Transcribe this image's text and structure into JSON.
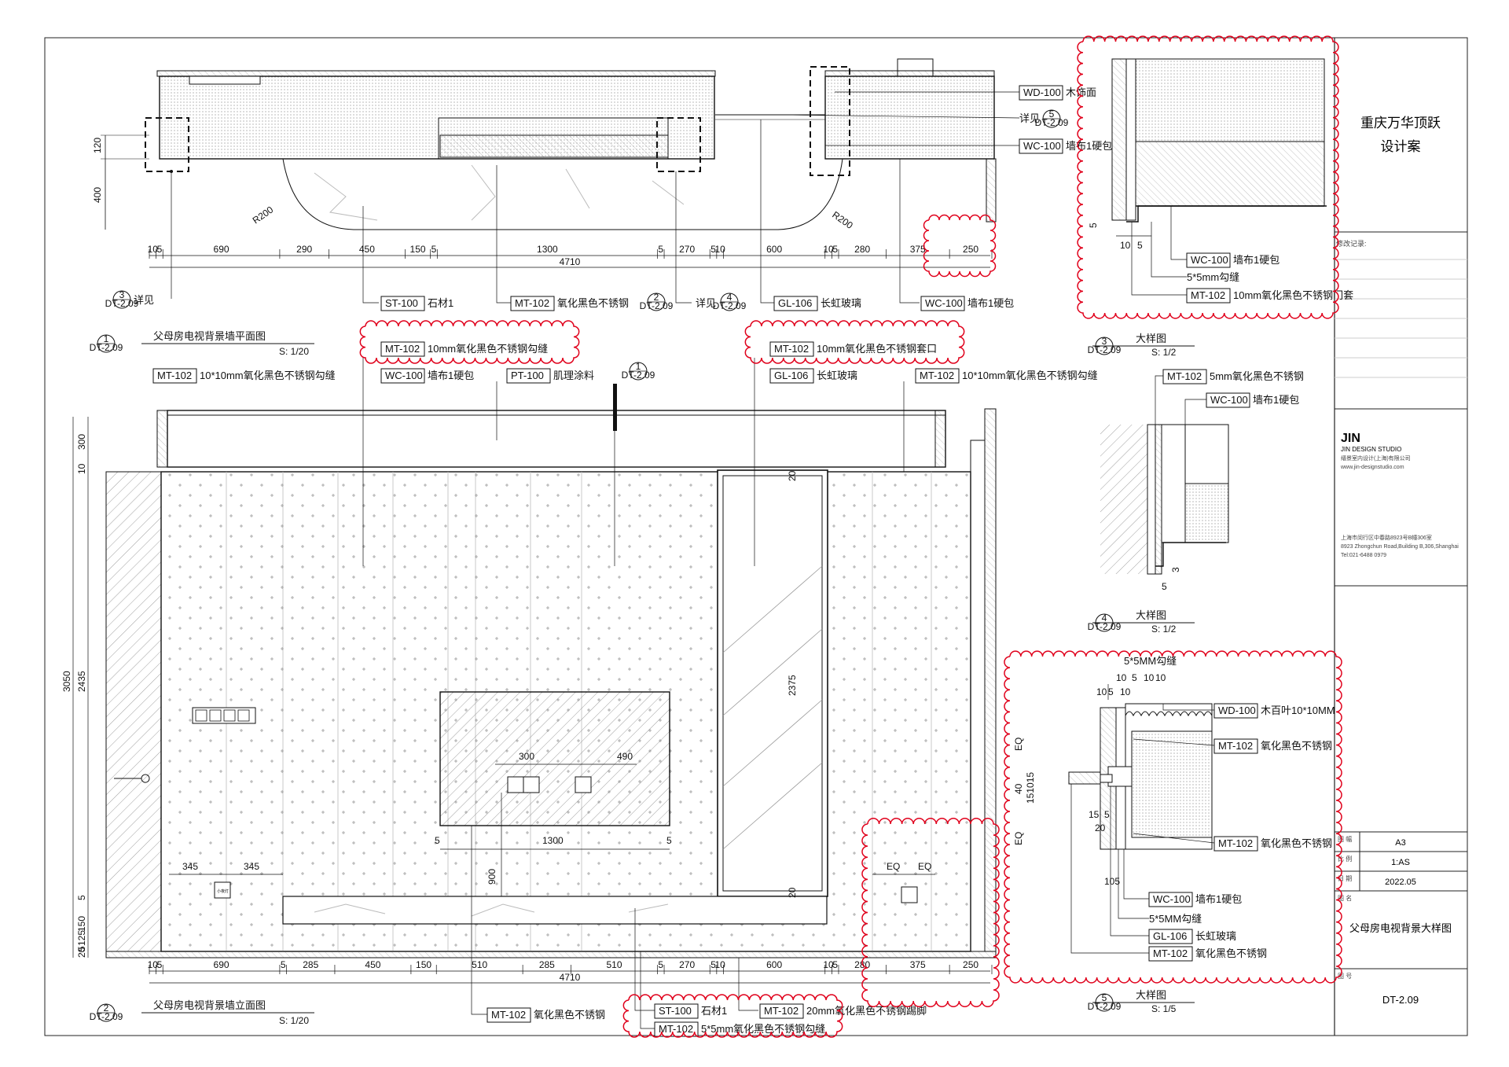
{
  "project": {
    "title_line1": "重庆万华顶跃",
    "title_line2": "设计案"
  },
  "revision_label": "修改记录:",
  "studio": {
    "logo": "JIN",
    "name": "JIN DESIGN STUDIO",
    "name_cn": "缙景室内设计(上海)有限公司",
    "web": "www.jin-designstudio.com",
    "addr_cn": "上海市闵行区中春路8923号B幢306室",
    "addr_en": "8923 Zhongchun Road,Building B,306,Shanghai",
    "tel": "Tel:021-6488 0979"
  },
  "title_block": {
    "paper_label": "图 幅",
    "paper": "A3",
    "scale_label": "比 例",
    "scale": "1:AS",
    "date_label": "日 期",
    "date": "2022.05",
    "drawing_name_label": "图 名",
    "drawing_name": "父母房电视背景大样图",
    "number_label": "图 号",
    "number": "DT-2.09"
  },
  "views": {
    "v1": {
      "num": "1",
      "ref": "DT-2.09",
      "title": "父母房电视背景墙平面图",
      "scale": "S: 1/20"
    },
    "v2": {
      "num": "2",
      "ref": "DT-2.09",
      "title": "父母房电视背景墙立面图",
      "scale": "S: 1/20"
    },
    "v3": {
      "num": "3",
      "ref": "DT-2.09",
      "title": "大样图",
      "scale": "S: 1/2"
    },
    "v4": {
      "num": "4",
      "ref": "DT-2.09",
      "title": "大样图",
      "scale": "S: 1/2"
    },
    "v5": {
      "num": "5",
      "ref": "DT-2.09",
      "title": "大样图",
      "scale": "S: 1/5"
    }
  },
  "plan_dims": [
    "10",
    "5",
    "690",
    "290",
    "450",
    "150",
    "5",
    "1300",
    "5",
    "270",
    "5",
    "10",
    "600",
    "10",
    "5",
    "280",
    "375",
    "250"
  ],
  "plan_total": "4710",
  "plan_vdims": [
    "120",
    "400"
  ],
  "plan_radius": "R200",
  "plan_tags": {
    "wd100": {
      "code": "WD-100",
      "text": "木饰面"
    },
    "detail5": {
      "text": "详见",
      "num": "5",
      "ref": "DT-2.09"
    },
    "wc100a": {
      "code": "WC-100",
      "text": "墙布1硬包"
    },
    "detail3": {
      "text": "详见",
      "num": "3",
      "ref": "DT-2.09"
    },
    "st100": {
      "code": "ST-100",
      "text": "石材1"
    },
    "mt102": {
      "code": "MT-102",
      "text": "氧化黑色不锈钢"
    },
    "sec2": {
      "num": "2",
      "ref": "DT-2.09"
    },
    "detail4": {
      "text": "详见",
      "num": "4",
      "ref": "DT-2.09"
    },
    "gl106": {
      "code": "GL-106",
      "text": "长虹玻璃"
    },
    "wc100b": {
      "code": "WC-100",
      "text": "墙布1硬包"
    }
  },
  "elev_tags": {
    "mt102a": {
      "code": "MT-102",
      "text": "10mm氧化黑色不锈钢勾缝"
    },
    "mt102b": {
      "code": "MT-102",
      "text": "10*10mm氧化黑色不锈钢勾缝"
    },
    "wc100": {
      "code": "WC-100",
      "text": "墙布1硬包"
    },
    "pt100": {
      "code": "PT-100",
      "text": "肌理涂料"
    },
    "sec1": {
      "num": "1",
      "ref": "DT-2.09"
    },
    "mt102c": {
      "code": "MT-102",
      "text": "10mm氧化黑色不锈钢套口"
    },
    "gl106": {
      "code": "GL-106",
      "text": "长虹玻璃"
    },
    "mt102d": {
      "code": "MT-102",
      "text": "10*10mm氧化黑色不锈钢勾缝"
    },
    "mt102e": {
      "code": "MT-102",
      "text": "氧化黑色不锈钢"
    },
    "st100": {
      "code": "ST-100",
      "text": "石材1"
    },
    "mt102f": {
      "code": "MT-102",
      "text": "20mm氧化黑色不锈钢踢脚"
    },
    "mt102g": {
      "code": "MT-102",
      "text": "5*5mm氧化黑色不锈钢勾缝"
    }
  },
  "elev_dims": [
    "10",
    "5",
    "690",
    "5",
    "285",
    "450",
    "150",
    "510",
    "285",
    "510",
    "5",
    "270",
    "5",
    "10",
    "600",
    "10",
    "5",
    "280",
    "375",
    "250"
  ],
  "elev_total": "4710",
  "elev_vdims": [
    "300",
    "10",
    "3050",
    "2435",
    "150",
    "5",
    "20",
    "125",
    "5"
  ],
  "elev_inner": {
    "d300": "300",
    "d490": "490",
    "d1300": "1300",
    "d900": "900",
    "d2375": "2375",
    "d20a": "20",
    "d20b": "20",
    "d345a": "345",
    "d345b": "345",
    "eq1": "EQ",
    "eq2": "EQ",
    "d5a": "5",
    "d5b": "5",
    "switch_label": "小夜灯"
  },
  "d3": {
    "dims": [
      "10",
      "5"
    ],
    "vdim": "5",
    "tags": [
      {
        "code": "WC-100",
        "text": "墙布1硬包"
      },
      {
        "code": "",
        "text": "5*5mm勾缝"
      },
      {
        "code": "MT-102",
        "text": "10mm氧化黑色不锈钢门套"
      }
    ]
  },
  "d4": {
    "tags": [
      {
        "code": "MT-102",
        "text": "5mm氧化黑色不锈钢"
      },
      {
        "code": "WC-100",
        "text": "墙布1硬包"
      }
    ],
    "dims": [
      "5",
      "3"
    ]
  },
  "d5": {
    "top_note": "5*5MM勾缝",
    "top_dims": [
      "10",
      "5",
      "10",
      "10",
      "10",
      "5",
      "10"
    ],
    "left_dims": [
      "EQ",
      "40",
      "15",
      "10",
      "15",
      "EQ"
    ],
    "inner_dims": [
      "15",
      "5",
      "20",
      "10",
      "5"
    ],
    "tags": [
      {
        "code": "WD-100",
        "text": "木百叶10*10MM"
      },
      {
        "code": "MT-102",
        "text": "氧化黑色不锈钢"
      },
      {
        "code": "MT-102",
        "text": "氧化黑色不锈钢"
      },
      {
        "code": "WC-100",
        "text": "墙布1硬包"
      },
      {
        "code": "",
        "text": "5*5MM勾缝"
      },
      {
        "code": "GL-106",
        "text": "长虹玻璃"
      },
      {
        "code": "MT-102",
        "text": "氧化黑色不锈钢"
      }
    ]
  },
  "colors": {
    "line": "#111111",
    "cloud": "#e0001b",
    "hatch": "#777777"
  }
}
